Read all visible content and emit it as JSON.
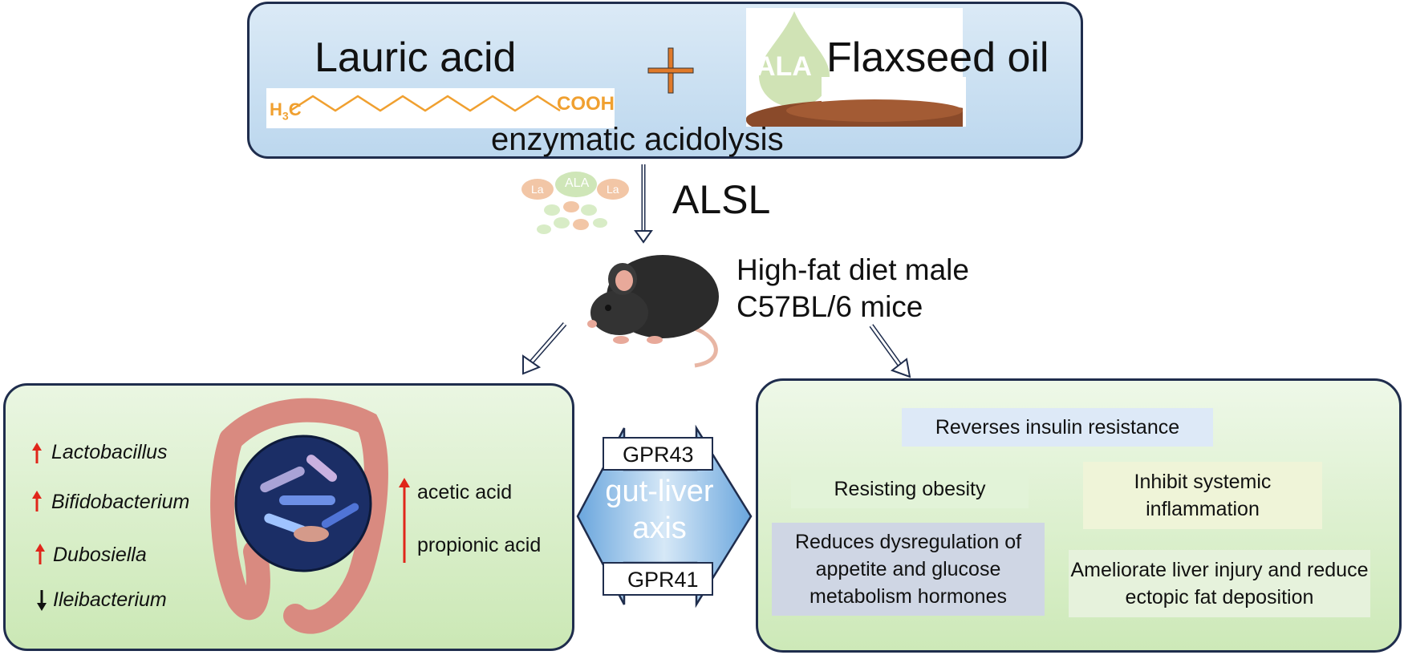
{
  "top": {
    "lauric_acid": "Lauric acid",
    "flaxseed_oil": "Flaxseed oil",
    "formula_left": "H",
    "formula_left_sub": "3",
    "formula_left_tail": "C",
    "formula_right": "COOH",
    "ala_badge": "ALA",
    "process": "enzymatic acidolysis"
  },
  "middle": {
    "product": "ALSL",
    "mini_left": "La",
    "mini_center": "ALA",
    "mini_right": "La",
    "model_line1": "High-fat diet male",
    "model_line2": "C57BL/6 mice"
  },
  "left_panel": {
    "bacteria": [
      {
        "name": "Lactobacillus",
        "trend": "up"
      },
      {
        "name": "Bifidobacterium",
        "trend": "up"
      },
      {
        "name": "Dubosiella",
        "trend": "up"
      },
      {
        "name": "Ileibacterium",
        "trend": "down"
      }
    ],
    "acids": [
      "acetic acid",
      "propionic acid"
    ]
  },
  "axis": {
    "gpr_top": "GPR43",
    "gpr_bottom": "GPR41",
    "line1": "gut-liver",
    "line2": "axis"
  },
  "right_panel": {
    "effects": [
      "Reverses insulin resistance",
      "Resisting obesity",
      "Inhibit systemic inflammation",
      "Reduces dysregulation of appetite and glucose metabolism hormones",
      "Ameliorate liver injury and reduce ectopic fat deposition"
    ]
  },
  "colors": {
    "frame": "#1f2d4d",
    "up_arrow": "#e0261a",
    "down_arrow": "#111111",
    "chain": "#f0a030",
    "plus": "#e07a2a",
    "axis_arrow": "#7fb2e0"
  }
}
